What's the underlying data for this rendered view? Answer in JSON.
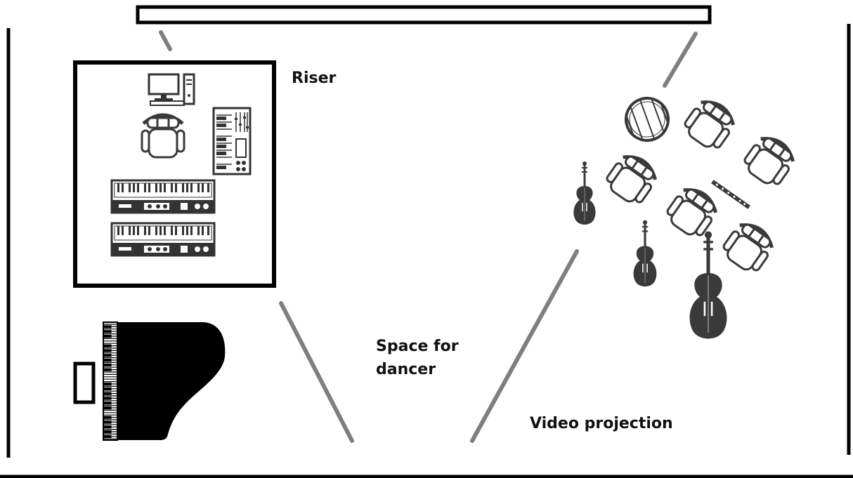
{
  "labels": {
    "riser": "Riser",
    "dancer_line1": "Space for",
    "dancer_line2": "dancer",
    "video": "Video projection"
  },
  "icons": {
    "computer": "desktop-computer-icon",
    "chair": "office-chair-icon",
    "synth": "synthesizer-icon",
    "keyboard": "keyboard-icon",
    "piano": "grand-piano-icon",
    "drum": "snare-drum-icon",
    "violin": "violin-icon",
    "cello": "cello-icon",
    "flute": "flute-icon"
  },
  "colors": {
    "wall": "#000000",
    "sightline": "#7f7f7f",
    "instrument": "#3a3a3a"
  }
}
